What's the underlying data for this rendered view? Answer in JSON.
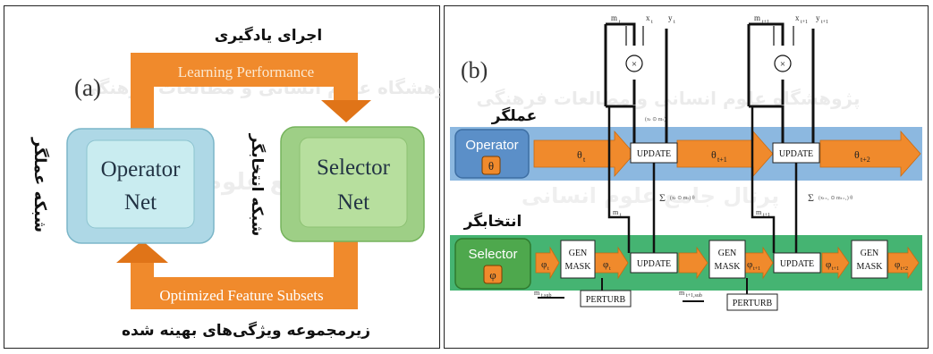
{
  "panel_a": {
    "label": "(a)",
    "top_label_fa": "اجرای یادگیری",
    "top_arrow_label": "Learning Performance",
    "bottom_arrow_label": "Optimized Feature Subsets",
    "bottom_label_fa": "زیرمجموعه ویژگی‌های بهینه شده",
    "left_label_fa": "شبکه عملگر",
    "middle_label_fa": "شبکه انتخابگر",
    "operator_box": {
      "line1": "Operator",
      "line2": "Net"
    },
    "selector_box": {
      "line1": "Selector",
      "line2": "Net"
    },
    "watermark_line1": "پژوهشگاه علوم انسانی و مطالعات فرهنگی",
    "watermark_line2": "پرتال جامع علوم انسانی"
  },
  "panel_b": {
    "label": "(b)",
    "operator_label_fa": "عملگر",
    "selector_label_fa": "انتخابگر",
    "operator_box": {
      "title": "Operator",
      "symbol": "θ"
    },
    "selector_box": {
      "title": "Selector",
      "symbol": "φ"
    },
    "op_theta": [
      "θ",
      "θ",
      "θ"
    ],
    "op_theta_sub": [
      "t",
      "t+1",
      "t+2"
    ],
    "sel_phi": [
      "φ",
      "φ",
      "φ",
      "φ",
      "φ"
    ],
    "sel_phi_sub": [
      "t",
      "t",
      "t+1",
      "t+1",
      "t+2"
    ],
    "update_label": "UPDATE",
    "genmask_line1": "GEN",
    "genmask_line2": "MASK",
    "perturb_label": "PERTURB",
    "times_symbol": "×",
    "sum_symbol": "Σ",
    "input_m": "m",
    "input_x": "x",
    "input_y": "y",
    "sub_t": "t",
    "sub_t1": "t+1",
    "sub_t_sub": "t,sub",
    "sub_t1_sub": "t+1,sub",
    "note_update_op": "(xₜ ⊙ mₜ)",
    "note_sum_1": "(xₜ ⊙ mₜ) θ",
    "note_sum_2": "(xₜ₊₁ ⊙ mₜ₊₁) θ"
  },
  "colors": {
    "orange": "#f08a2c",
    "orange_dark": "#e07418",
    "operator_band": "#8cb8e0",
    "selector_band": "#45b472",
    "op_box": "#5b8fc8",
    "sel_box": "#4ea84d",
    "net_op": "#aed8e6",
    "net_op_inner": "#c9ecf0",
    "net_sel": "#9ecf86",
    "net_sel_inner": "#b7df9e"
  }
}
